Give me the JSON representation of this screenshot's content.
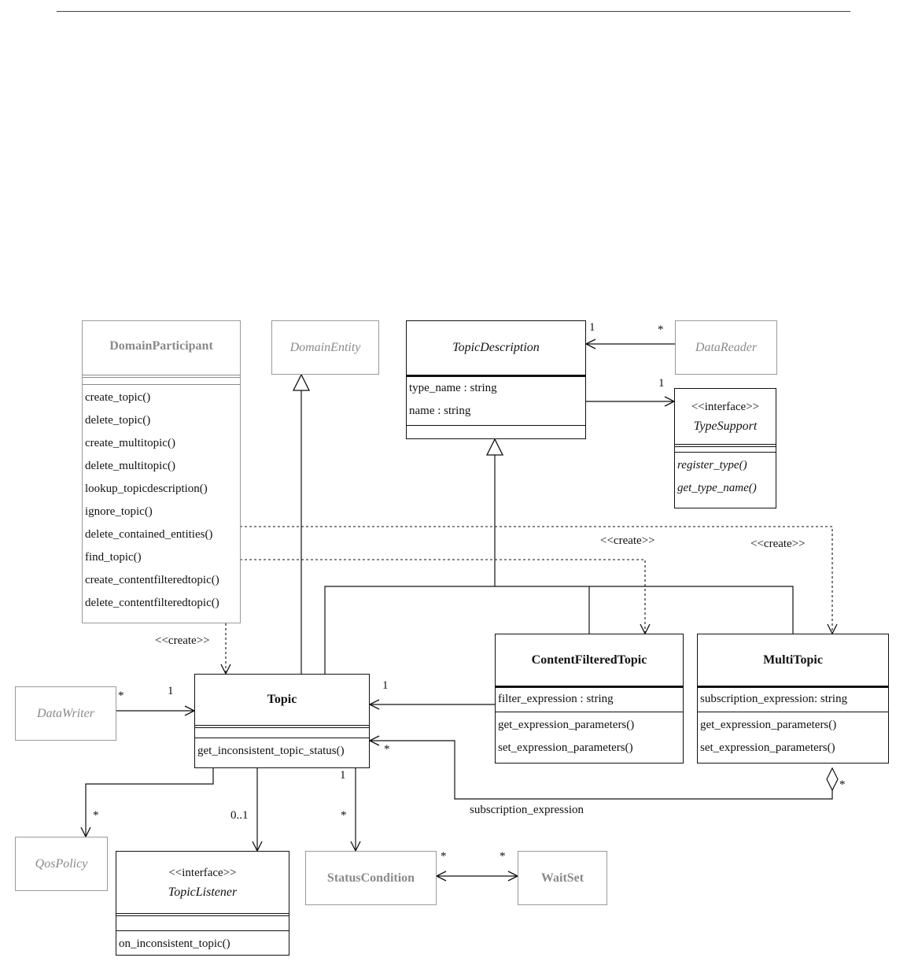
{
  "classes": {
    "domain_participant": {
      "name": "DomainParticipant",
      "operations": [
        "create_topic()",
        "delete_topic()",
        "create_multitopic()",
        "delete_multitopic()",
        "lookup_topicdescription()",
        "ignore_topic()",
        "delete_contained_entities()",
        "find_topic()",
        "create_contentfilteredtopic()",
        "delete_contentfilteredtopic()"
      ]
    },
    "domain_entity": {
      "name": "DomainEntity"
    },
    "topic_description": {
      "name": "TopicDescription",
      "attributes": [
        "type_name : string",
        "name : string"
      ]
    },
    "data_reader": {
      "name": "DataReader"
    },
    "type_support": {
      "stereotype": "<<interface>>",
      "name": "TypeSupport",
      "operations": [
        "register_type()",
        "get_type_name()"
      ]
    },
    "content_filtered_topic": {
      "name": "ContentFilteredTopic",
      "attributes": [
        "filter_expression : string"
      ],
      "operations": [
        "get_expression_parameters()",
        "set_expression_parameters()"
      ]
    },
    "multi_topic": {
      "name": "MultiTopic",
      "attributes": [
        "subscription_expression: string"
      ],
      "operations": [
        "get_expression_parameters()",
        "set_expression_parameters()"
      ]
    },
    "topic": {
      "name": "Topic",
      "operations": [
        "get_inconsistent_topic_status()"
      ]
    },
    "data_writer": {
      "name": "DataWriter"
    },
    "qos_policy": {
      "name": "QosPolicy"
    },
    "topic_listener": {
      "stereotype": "<<interface>>",
      "name": "TopicListener",
      "operations": [
        "on_inconsistent_topic()"
      ]
    },
    "status_condition": {
      "name": "StatusCondition"
    },
    "wait_set": {
      "name": "WaitSet"
    }
  },
  "labels": {
    "create_dp_topic": "<<create>>",
    "create_cft": "<<create>>",
    "create_mt": "<<create>>",
    "mult_td_reader_1": "1",
    "mult_td_reader_star": "*",
    "mult_td_typesupport_1": "1",
    "mult_writer_star": "*",
    "mult_writer_1": "1",
    "mult_cft_topic_1": "1",
    "mult_mt_topic_star": "*",
    "mult_mt_agg_star": "*",
    "subscription_expression": "subscription_expression",
    "mult_qos_star": "*",
    "mult_listener_01": "0..1",
    "mult_status_1": "1",
    "mult_status_star": "*",
    "mult_sc_ws_star_left": "*",
    "mult_sc_ws_star_right": "*"
  },
  "colors": {
    "line": "#111111",
    "muted": "#8a8a8a",
    "background": "#ffffff"
  }
}
